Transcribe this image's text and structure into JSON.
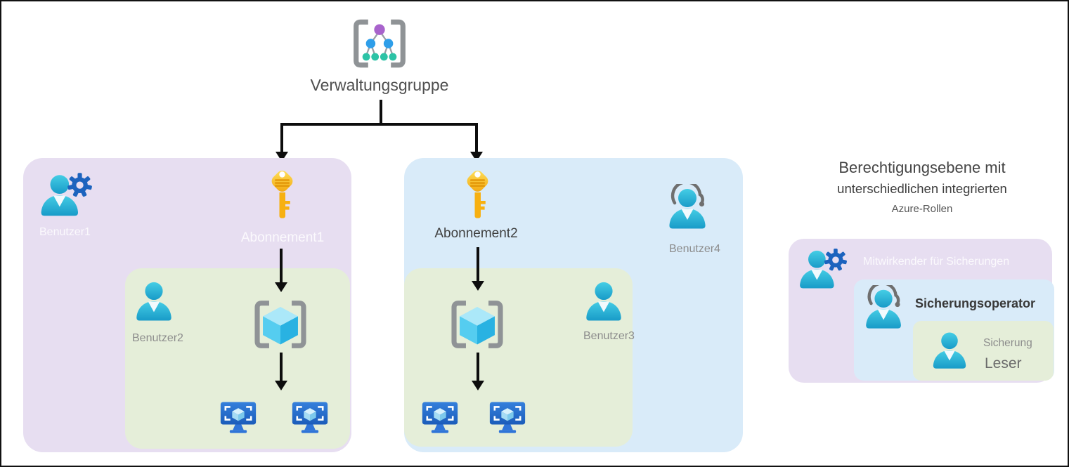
{
  "management_group": {
    "label": "Verwaltungsgruppe"
  },
  "sub1": {
    "label": "Abonnement1",
    "user": "Benutzer1",
    "rg_user": "Benutzer2"
  },
  "sub2": {
    "label": "Abonnement2",
    "user": "Benutzer4",
    "rg_user": "Benutzer3"
  },
  "legend": {
    "title_line1": "Berechtigungsebene mit",
    "title_line2": "unterschiedlichen integrierten",
    "title_line3": "Azure-Rollen",
    "roles": {
      "backup_contributor": "Mitwirkender für Sicherungen",
      "backup_operator": "Sicherungsoperator",
      "backup_reader_line1": "Sicherung",
      "backup_reader_line2": "Leser"
    }
  },
  "icons": {
    "management-group-icon": "brackets-with-org-tree",
    "subscription-key-icon": "gold-key",
    "user-icon": "cyan-person",
    "user-gear-icon": "cyan-person-with-blue-gear",
    "user-headset-icon": "cyan-person-with-headset",
    "resource-group-icon": "brackets-with-cube",
    "vm-icon": "blue-monitor-with-cube"
  },
  "colors": {
    "subscription1_bg": "#e7def1",
    "subscription2_bg": "#d9ebf9",
    "resource_group_bg": "#e5eed9",
    "user_cyan": "#2cb5da",
    "gear_blue": "#1c63be",
    "key_gold": "#f5b50e",
    "vm_blue": "#2a71cf",
    "arrow_black": "#0d0d0d",
    "faded_label": "rgba(255,255,255,0.82)",
    "gray_label": "#8c8c8c",
    "dark_label": "#4b4b4b"
  }
}
